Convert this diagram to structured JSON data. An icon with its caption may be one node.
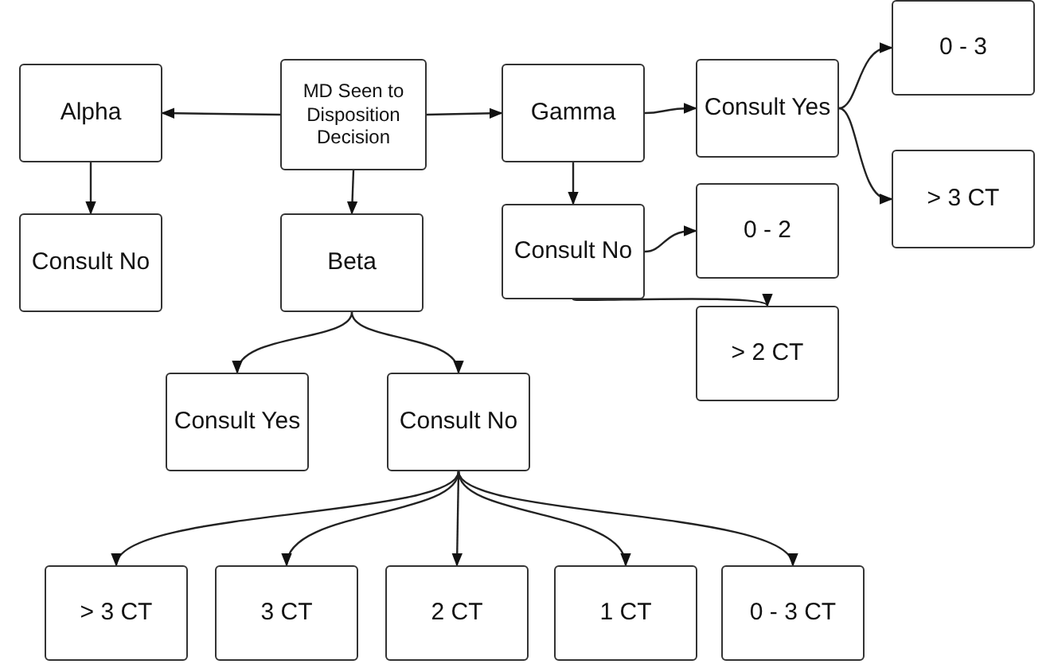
{
  "diagram": {
    "nodes": [
      {
        "text": [
          "MD Seen to Disposition Decision"
        ]
      },
      {
        "text": [
          "Alpha"
        ]
      },
      {
        "text": [
          "Gamma"
        ]
      },
      {
        "text": [
          "Consult Yes"
        ]
      },
      {
        "text": [
          "0 - 3"
        ]
      },
      {
        "text": [
          "> 3 CT"
        ]
      },
      {
        "text": [
          "Consult No"
        ]
      },
      {
        "text": [
          "Beta"
        ]
      },
      {
        "text": [
          "Consult No"
        ]
      },
      {
        "text": [
          "0 - 2"
        ]
      },
      {
        "text": [
          "> 2 CT"
        ]
      },
      {
        "text": [
          "Consult Yes"
        ]
      },
      {
        "text": [
          "Consult No"
        ]
      },
      {
        "text": [
          "> 3 CT"
        ]
      },
      {
        "text": [
          "3 CT"
        ]
      },
      {
        "text": [
          "2 CT"
        ]
      },
      {
        "text": [
          "1 CT"
        ]
      },
      {
        "text": [
          "0 - 3 CT"
        ]
      }
    ],
    "edges": [
      {
        "from": 0,
        "to": 1,
        "arrow": "to"
      },
      {
        "from": 0,
        "to": 2,
        "arrow": "to"
      },
      {
        "from": 0,
        "to": 7,
        "arrow": "to"
      },
      {
        "from": 1,
        "to": 6,
        "arrow": "to"
      },
      {
        "from": 2,
        "to": 3,
        "arrow": "to"
      },
      {
        "from": 2,
        "to": 8,
        "arrow": "to"
      },
      {
        "from": 3,
        "to": 4,
        "arrow": "to"
      },
      {
        "from": 3,
        "to": 5,
        "arrow": "to"
      },
      {
        "from": 8,
        "to": 9,
        "arrow": "to"
      },
      {
        "from": 8,
        "to": 10,
        "arrow": "to"
      },
      {
        "from": 7,
        "to": 11,
        "arrow": "to"
      },
      {
        "from": 7,
        "to": 12,
        "arrow": "to"
      },
      {
        "from": 12,
        "to": 13,
        "arrow": "to"
      },
      {
        "from": 12,
        "to": 14,
        "arrow": "to"
      },
      {
        "from": 12,
        "to": 15,
        "arrow": "to"
      },
      {
        "from": 12,
        "to": 16,
        "arrow": "to"
      },
      {
        "from": 12,
        "to": 17,
        "arrow": "to"
      }
    ]
  }
}
